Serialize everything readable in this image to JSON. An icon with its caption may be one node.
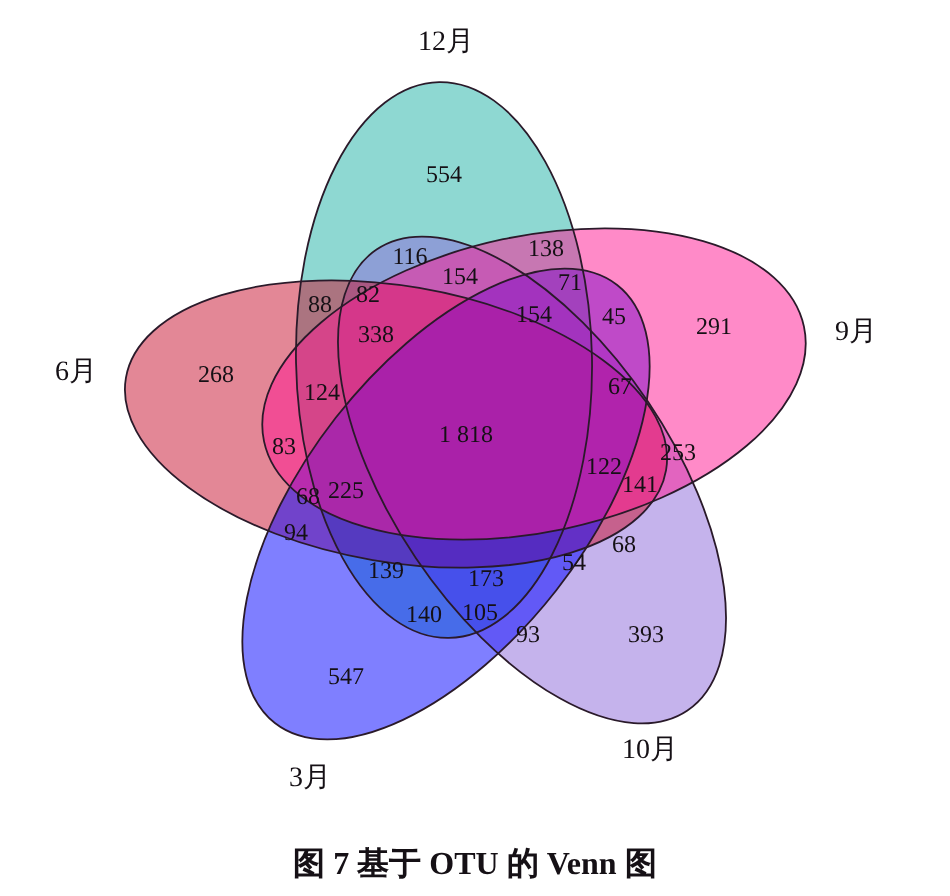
{
  "diagram": {
    "caption": "图 7 基于 OTU 的 Venn 图",
    "nodes": [
      {
        "text": [
          "12月"
        ]
      },
      {
        "text": [
          "6月"
        ]
      },
      {
        "text": [
          "9月"
        ]
      },
      {
        "text": [
          "3月"
        ]
      },
      {
        "text": [
          "10月"
        ]
      }
    ],
    "labels": [
      "554",
      "138",
      "116",
      "154",
      "82",
      "71",
      "88",
      "154",
      "45",
      "291",
      "338",
      "268",
      "67",
      "124",
      "1 818",
      "83",
      "253",
      "122",
      "141",
      "225",
      "68",
      "94",
      "68",
      "54",
      "139",
      "173",
      "140",
      "105",
      "93",
      "393",
      "547"
    ]
  }
}
